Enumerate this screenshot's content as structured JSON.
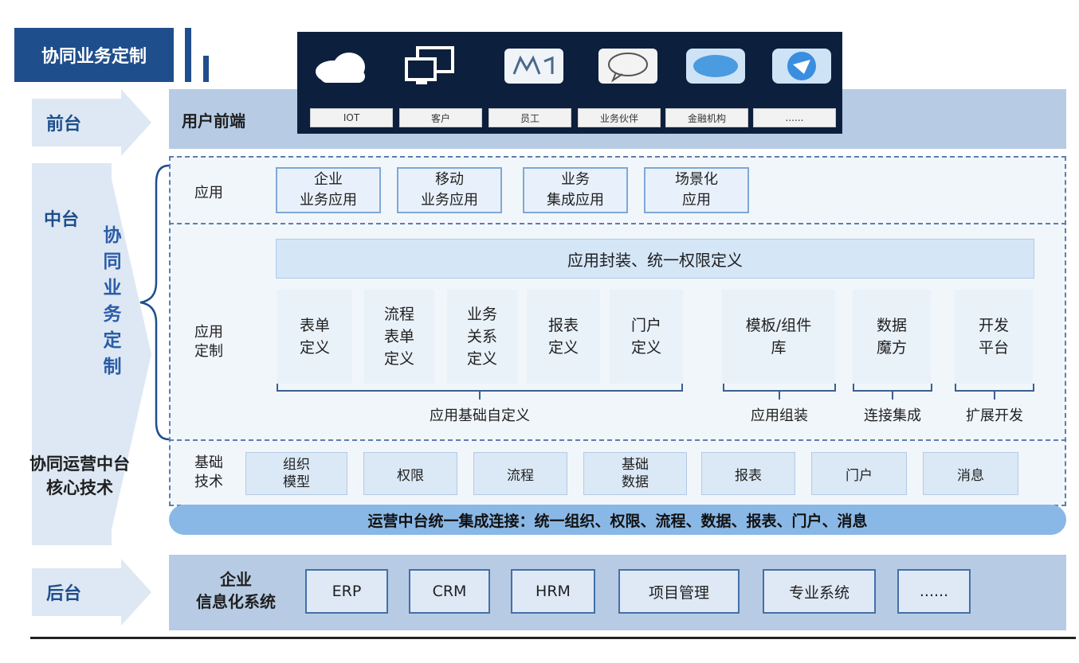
{
  "title": "协同业务定制",
  "left_arrows": {
    "front": "前台",
    "middle": "中台",
    "back": "后台"
  },
  "vertical_label": [
    "协",
    "同",
    "业",
    "务",
    "定",
    "制"
  ],
  "core_label": [
    "协同运营中台",
    "核心技术"
  ],
  "front": {
    "label": "用户前端",
    "devices": [
      {
        "icon": "cloud-icon",
        "label": "IOT"
      },
      {
        "icon": "monitor-icon",
        "label": "客户"
      },
      {
        "icon": "mail-icon",
        "label": "员工"
      },
      {
        "icon": "chat-icon",
        "label": "业务伙伴"
      },
      {
        "icon": "message-icon",
        "label": "金融机构"
      },
      {
        "icon": "share-icon",
        "label": "......"
      }
    ]
  },
  "apps": {
    "label": "应用",
    "items": [
      {
        "l1": "企业",
        "l2": "业务应用"
      },
      {
        "l1": "移动",
        "l2": "业务应用"
      },
      {
        "l1": "业务",
        "l2": "集成应用"
      },
      {
        "l1": "场景化",
        "l2": "应用"
      }
    ]
  },
  "custom": {
    "label": [
      "应用",
      "定制"
    ],
    "banner": "应用封装、统一权限定义",
    "cards": [
      [
        "表单",
        "定义"
      ],
      [
        "流程",
        "表单",
        "定义"
      ],
      [
        "业务",
        "关系",
        "定义"
      ],
      [
        "报表",
        "定义"
      ],
      [
        "门户",
        "定义"
      ],
      [
        "模板/组件",
        "库"
      ],
      [
        "数据",
        "魔方"
      ],
      [
        "开发",
        "平台"
      ]
    ],
    "groups": [
      "应用基础自定义",
      "应用组装",
      "连接集成",
      "扩展开发"
    ]
  },
  "basic": {
    "label": [
      "基础",
      "技术"
    ],
    "items": [
      [
        "组织",
        "模型"
      ],
      [
        "权限"
      ],
      [
        "流程"
      ],
      [
        "基础",
        "数据"
      ],
      [
        "报表"
      ],
      [
        "门户"
      ],
      [
        "消息"
      ]
    ]
  },
  "integration": "运营中台统一集成连接：统一组织、权限、流程、数据、报表、门户、消息",
  "back": {
    "label": [
      "企业",
      "信息化系统"
    ],
    "systems": [
      "ERP",
      "CRM",
      "HRM",
      "项目管理",
      "专业系统",
      "......"
    ]
  },
  "colors": {
    "navy": "#1f4e8c",
    "band": "#b7cce4",
    "light": "#e9f1f9",
    "pill": "#8ab8e6"
  }
}
